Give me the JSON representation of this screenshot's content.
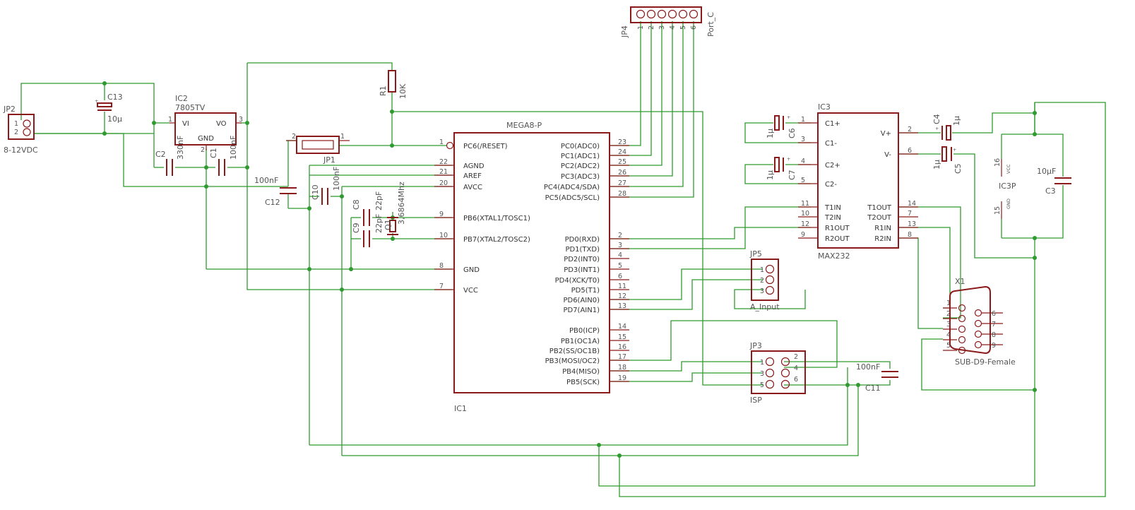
{
  "mcu": {
    "ref": "IC1",
    "value": "MEGA8-P",
    "left_pins": [
      {
        "name": "PC6(/RESET)",
        "num": "1"
      },
      {
        "name": "AGND",
        "num": "22"
      },
      {
        "name": "AREF",
        "num": "21"
      },
      {
        "name": "AVCC",
        "num": "20"
      },
      {
        "name": "PB6(XTAL1/TOSC1)",
        "num": "9"
      },
      {
        "name": "PB7(XTAL2/TOSC2)",
        "num": "10"
      },
      {
        "name": "GND",
        "num": "8"
      },
      {
        "name": "VCC",
        "num": "7"
      }
    ],
    "right_pins": [
      {
        "name": "PC0(ADC0)",
        "num": "23"
      },
      {
        "name": "PC1(ADC1)",
        "num": "24"
      },
      {
        "name": "PC2(ADC2)",
        "num": "25"
      },
      {
        "name": "PC3(ADC3)",
        "num": "26"
      },
      {
        "name": "PC4(ADC4/SDA)",
        "num": "27"
      },
      {
        "name": "PC5(ADC5/SCL)",
        "num": "28"
      },
      {
        "name": "PD0(RXD)",
        "num": "2"
      },
      {
        "name": "PD1(TXD)",
        "num": "3"
      },
      {
        "name": "PD2(INT0)",
        "num": "4"
      },
      {
        "name": "PD3(INT1)",
        "num": "5"
      },
      {
        "name": "PD4(XCK/T0)",
        "num": "6"
      },
      {
        "name": "PD5(T1)",
        "num": "11"
      },
      {
        "name": "PD6(AIN0)",
        "num": "12"
      },
      {
        "name": "PD7(AIN1)",
        "num": "13"
      },
      {
        "name": "PB0(ICP)",
        "num": "14"
      },
      {
        "name": "PB1(OC1A)",
        "num": "15"
      },
      {
        "name": "PB2(SS/OC1B)",
        "num": "16"
      },
      {
        "name": "PB3(MOSI/OC2)",
        "num": "17"
      },
      {
        "name": "PB4(MISO)",
        "num": "18"
      },
      {
        "name": "PB5(SCK)",
        "num": "19"
      }
    ]
  },
  "max232": {
    "ref": "IC3",
    "value": "MAX232",
    "left_pins": [
      {
        "name": "C1+",
        "num": "1"
      },
      {
        "name": "C1-",
        "num": "3"
      },
      {
        "name": "C2+",
        "num": "4"
      },
      {
        "name": "C2-",
        "num": "5"
      },
      {
        "name": "T1IN",
        "num": "11"
      },
      {
        "name": "T2IN",
        "num": "10"
      },
      {
        "name": "R1OUT",
        "num": "12"
      },
      {
        "name": "R2OUT",
        "num": "9"
      }
    ],
    "right_pins": [
      {
        "name": "V+",
        "num": "2"
      },
      {
        "name": "V-",
        "num": "6"
      },
      {
        "name": "T1OUT",
        "num": "14"
      },
      {
        "name": "T2OUT",
        "num": "7"
      },
      {
        "name": "R1IN",
        "num": "13"
      },
      {
        "name": "R2IN",
        "num": "8"
      }
    ]
  },
  "regulator": {
    "ref": "IC2",
    "value": "7805TV",
    "pin_vi": "VI",
    "pin_vo": "VO",
    "pin_gnd": "GND",
    "num_vi": "1",
    "num_gnd": "2",
    "num_vo": "3"
  },
  "power_in": {
    "ref": "JP2",
    "label": "8-12VDC",
    "pin1": "1",
    "pin2": "2"
  },
  "jumper": {
    "ref": "JP1",
    "pin_a": "2",
    "pin_b": "1"
  },
  "resistor": {
    "ref": "R1",
    "value": "10K"
  },
  "crystal": {
    "ref": "Q1",
    "value": "3,6864Mhz"
  },
  "capacitors": {
    "c1": {
      "ref": "C1",
      "value": "100nF"
    },
    "c2": {
      "ref": "C2",
      "value": "330nF"
    },
    "c3": {
      "ref": "C3",
      "value": "10µF"
    },
    "c4": {
      "ref": "C4",
      "value": "1µ"
    },
    "c5": {
      "ref": "C5",
      "value": "1µ"
    },
    "c6": {
      "ref": "C6",
      "value": "1µ"
    },
    "c7": {
      "ref": "C7",
      "value": "1µ"
    },
    "c8": {
      "ref": "C8",
      "value": "22pF"
    },
    "c9": {
      "ref": "C9",
      "value": "22pF"
    },
    "c10": {
      "ref": "C10",
      "value": "100nF"
    },
    "c11": {
      "ref": "C11",
      "value": "100nF"
    },
    "c12": {
      "ref": "C12",
      "value": "100nF"
    },
    "c13": {
      "ref": "C13",
      "value": "10µ"
    }
  },
  "port_header": {
    "ref": "JP4",
    "label": "Port_C",
    "pins": [
      "1",
      "2",
      "3",
      "4",
      "5",
      "6"
    ]
  },
  "analog_header": {
    "ref": "JP5",
    "label": "A_Input",
    "pins": [
      "1",
      "2",
      "3"
    ]
  },
  "isp_header": {
    "ref": "JP3",
    "label": "ISP",
    "left": [
      "1",
      "3",
      "5"
    ],
    "right": [
      "2",
      "4",
      "6"
    ]
  },
  "dsub": {
    "ref": "X1",
    "label": "SUB-D9-Female",
    "left": [
      "1",
      "2",
      "3",
      "4",
      "5"
    ],
    "right": [
      "6",
      "7",
      "8",
      "9"
    ]
  },
  "supply_socket": {
    "ref": "IC3P",
    "pin_vcc": "16",
    "pin_gnd": "15",
    "label_vcc": "VCC",
    "label_gnd": "GND"
  }
}
